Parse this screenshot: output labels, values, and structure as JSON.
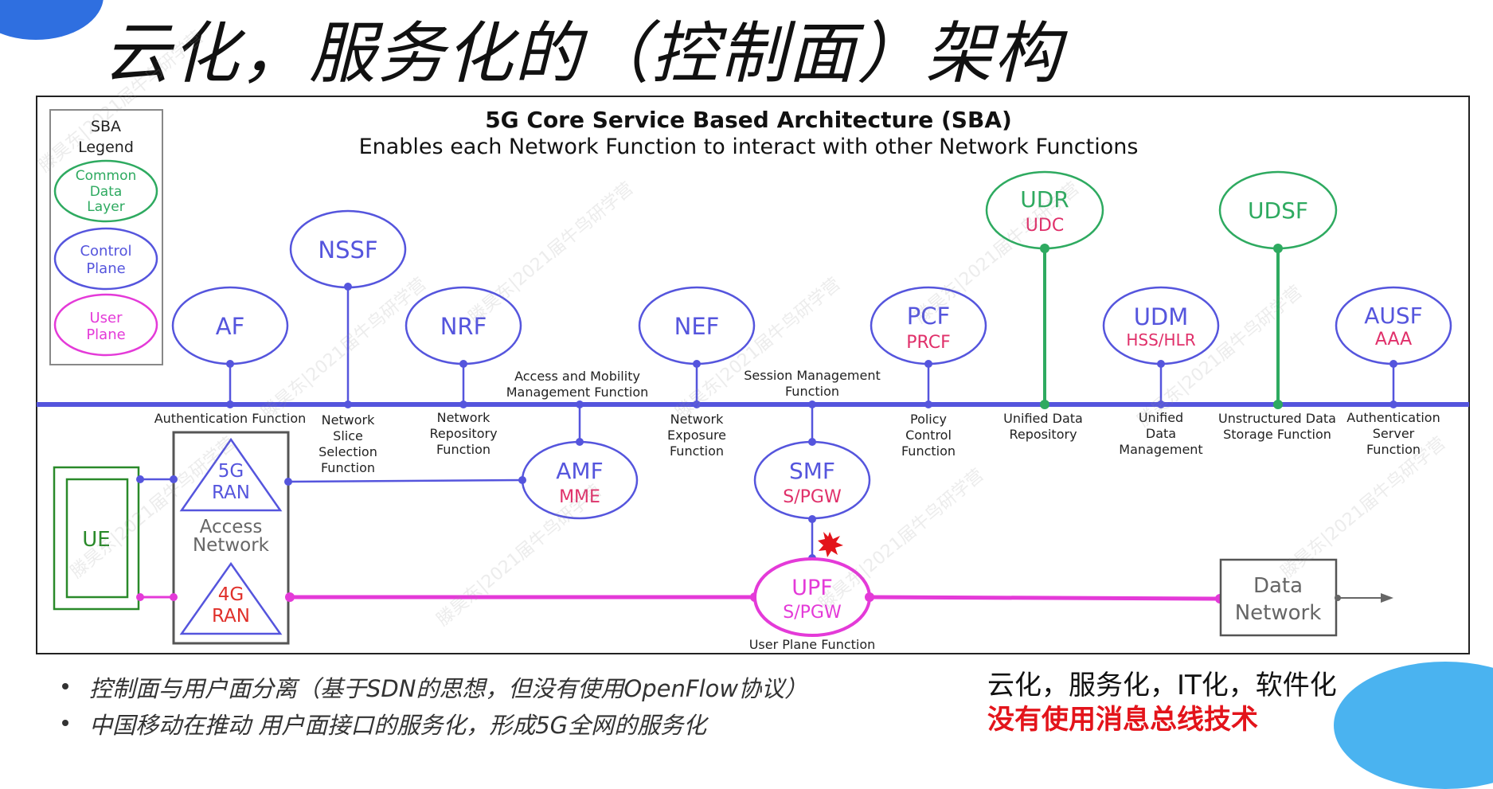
{
  "slide": {
    "title": "云化，服务化的（控制面）架构",
    "bullets": [
      "控制面与用户面分离（基于SDN的思想，但没有使用OpenFlow协议）",
      "中国移动在推动 用户面接口的服务化，形成5G全网的服务化"
    ],
    "note_line1": "云化，服务化，IT化，软件化",
    "note_line2": "没有使用消息总线技术",
    "watermark": "滕昊东|2021届牛鸟研学营"
  },
  "diagram": {
    "title": "5G Core Service Based Architecture (SBA)",
    "subtitle": "Enables each Network Function to interact with other Network Functions",
    "legend": {
      "title_line1": "SBA",
      "title_line2": "Legend",
      "common": [
        "Common",
        "Data",
        "Layer"
      ],
      "control": [
        "Control",
        "Plane"
      ],
      "user": [
        "User",
        "Plane"
      ]
    },
    "functions": {
      "af": {
        "name": "AF",
        "desc": [
          "Authentication Function"
        ]
      },
      "nssf": {
        "name": "NSSF",
        "desc": [
          "Network",
          "Slice",
          "Selection",
          "Function"
        ]
      },
      "nrf": {
        "name": "NRF",
        "desc": [
          "Network",
          "Repository",
          "Function"
        ]
      },
      "nef": {
        "name": "NEF",
        "desc": [
          "Network",
          "Exposure",
          "Function"
        ]
      },
      "pcf": {
        "name": "PCF",
        "sub": "PRCF",
        "desc": [
          "Policy",
          "Control",
          "Function"
        ]
      },
      "udr": {
        "name": "UDR",
        "sub": "UDC",
        "desc": [
          "Unified Data",
          "Repository"
        ]
      },
      "udm": {
        "name": "UDM",
        "sub": "HSS/HLR",
        "desc": [
          "Unified",
          "Data",
          "Management"
        ]
      },
      "udsf": {
        "name": "UDSF",
        "desc": [
          "Unstructured Data",
          "Storage Function"
        ]
      },
      "ausf": {
        "name": "AUSF",
        "sub": "AAA",
        "desc": [
          "Authentication",
          "Server",
          "Function"
        ]
      },
      "amf": {
        "name": "AMF",
        "sub": "MME",
        "desc": [
          "Access and Mobility",
          "Management Function"
        ]
      },
      "smf": {
        "name": "SMF",
        "sub": "S/PGW",
        "desc": [
          "Session Management",
          "Function"
        ]
      },
      "upf": {
        "name": "UPF",
        "sub": "S/PGW",
        "desc": [
          "User Plane Function"
        ]
      }
    },
    "ue": {
      "label": "UE"
    },
    "access_network": {
      "label_line1": "Access",
      "label_line2": "Network"
    },
    "ran5g": {
      "line1": "5G",
      "line2": "RAN"
    },
    "ran4g": {
      "line1": "4G",
      "line2": "RAN"
    },
    "data_network": {
      "line1": "Data",
      "line2": "Network"
    },
    "colors": {
      "control": "#5555dd",
      "common": "#2eaa60",
      "user": "#e43ad8",
      "sub_text": "#e0306a",
      "ran4g_text": "#e0302a",
      "ue_green": "#2a8a2a"
    }
  }
}
